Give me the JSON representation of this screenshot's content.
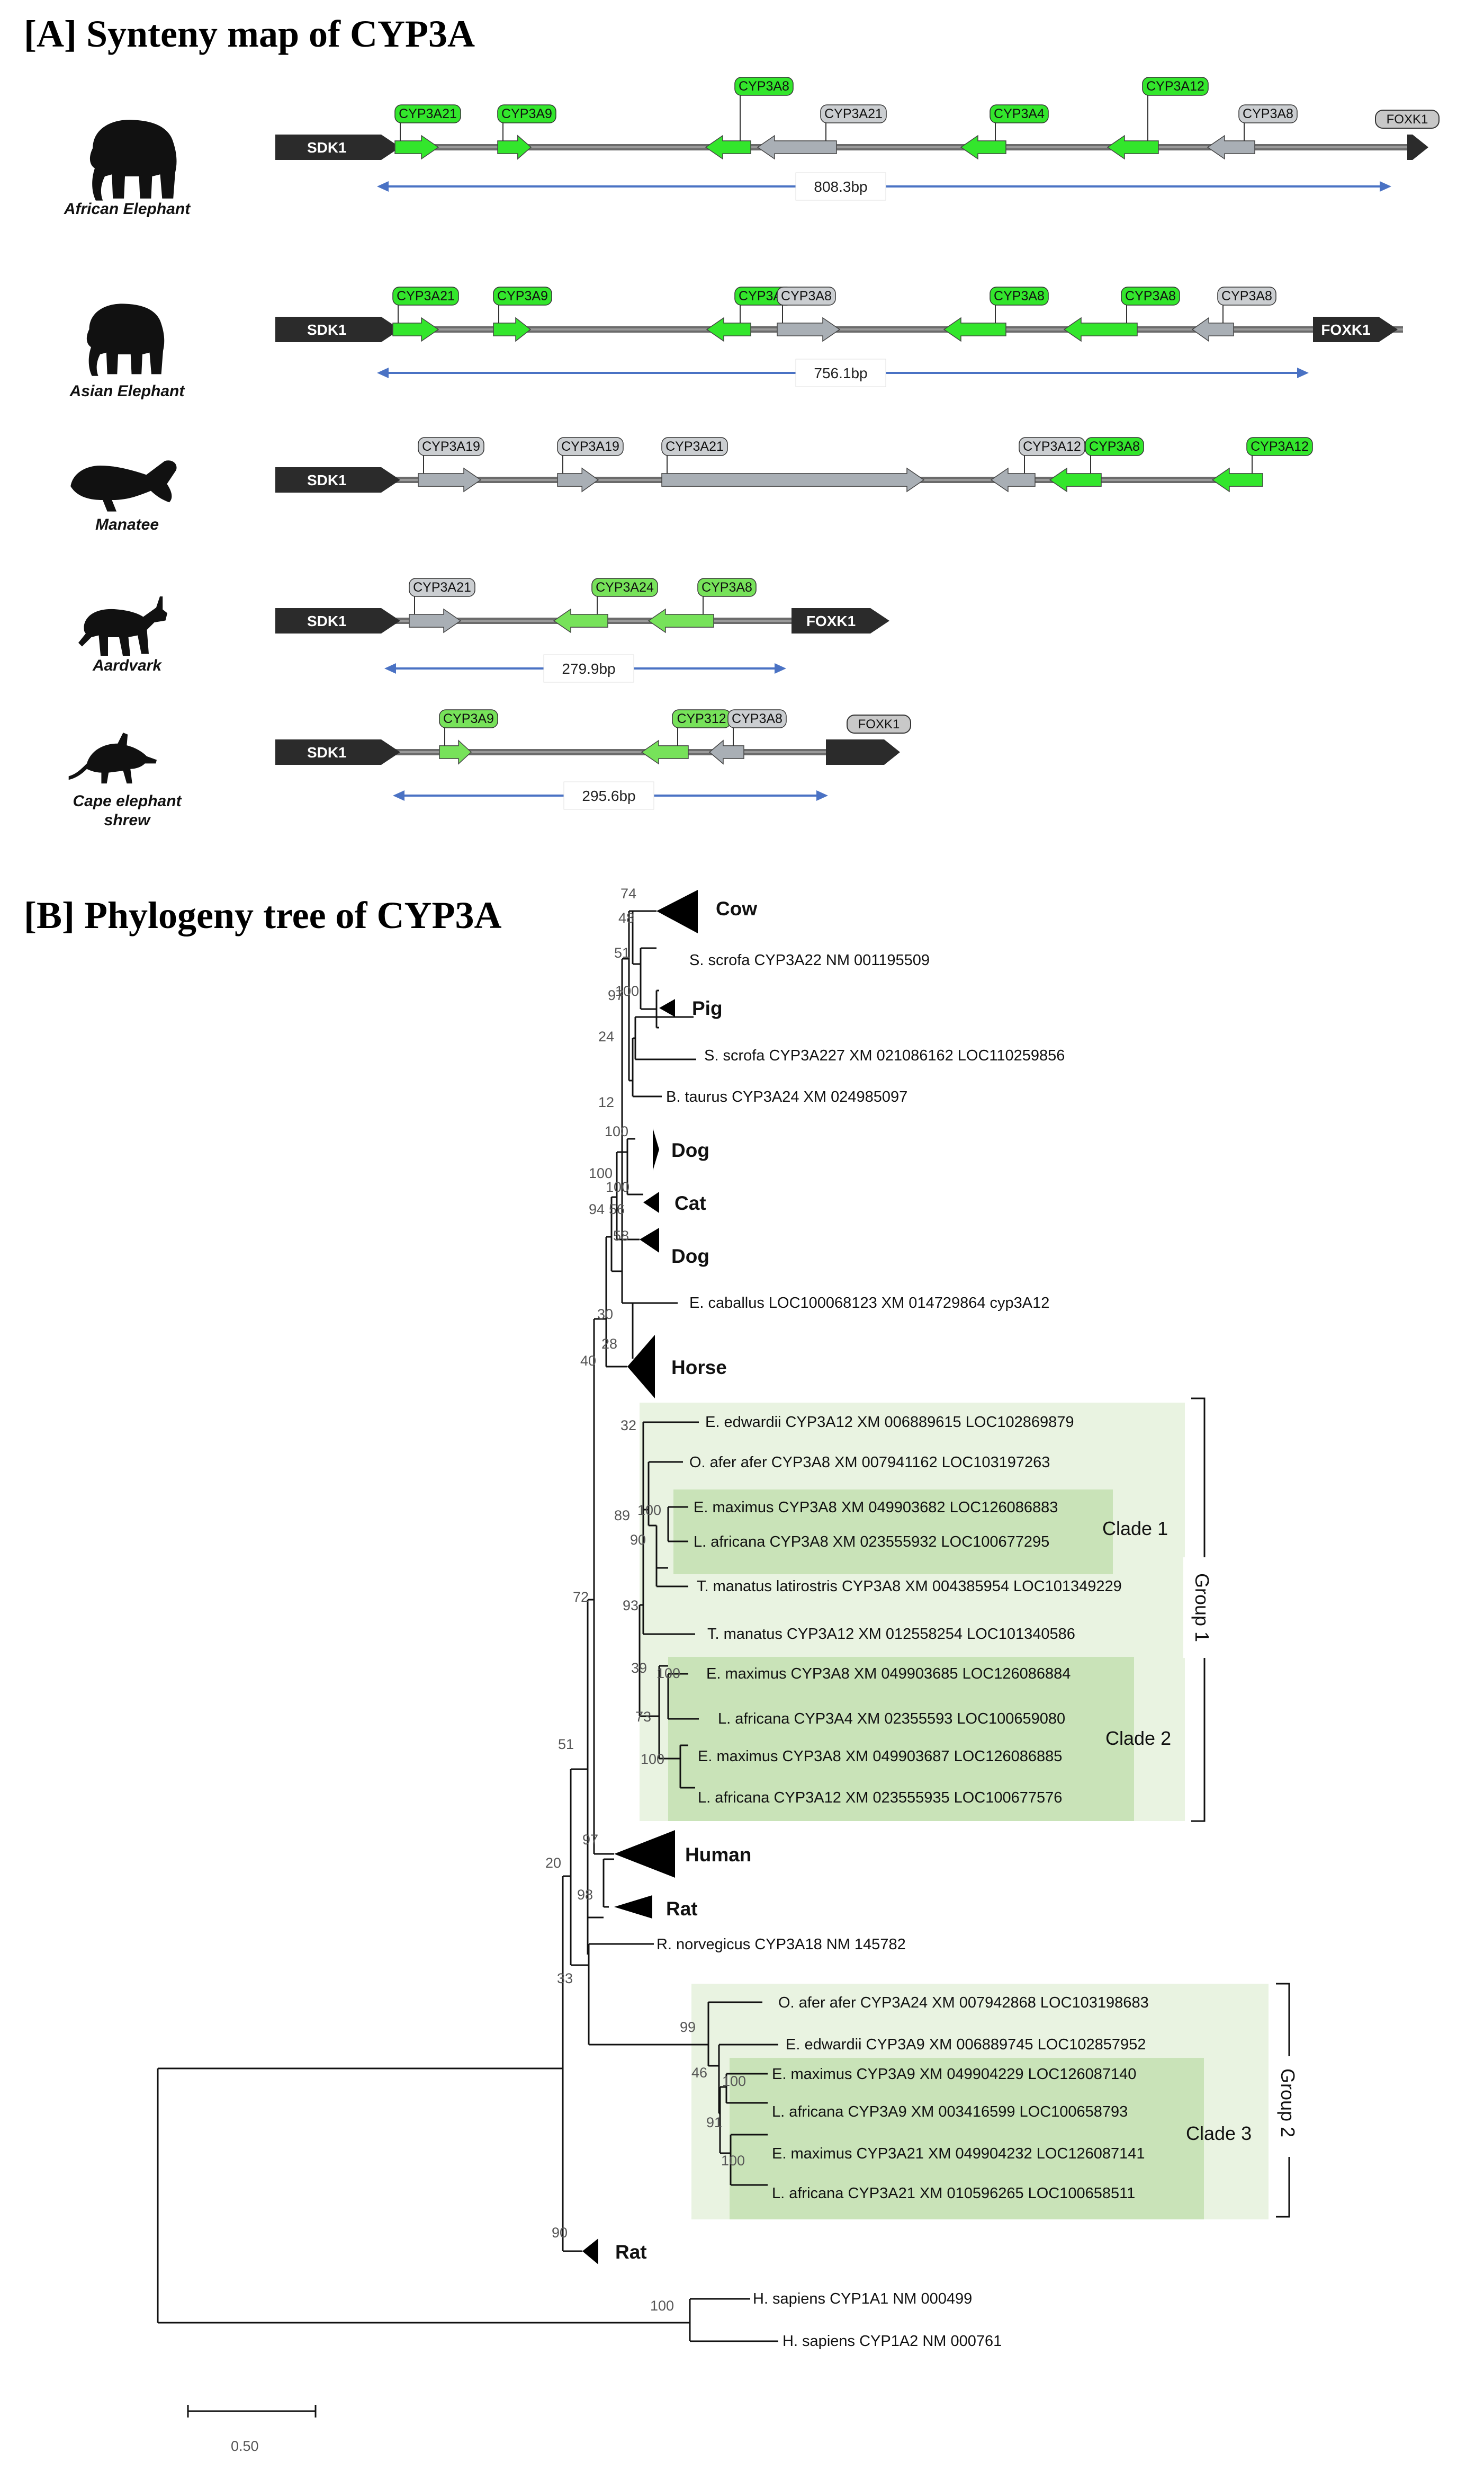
{
  "titles": {
    "synteny": "[A] Synteny map of CYP3A",
    "phylogeny": "[B] Phylogeny tree of CYP3A"
  },
  "colors": {
    "gene_green": "#33e62c",
    "gene_light_green": "#77e25a",
    "gene_gray": "#a9afb5",
    "flank_dark": "#2b2b2b",
    "range_arrow": "#4a72c4",
    "group_bg": "#e9f3e1",
    "clade_bg": "#c9e3b8"
  },
  "synteny": {
    "rows": [
      {
        "species": "African Elephant",
        "silhouette": "elephant-icon",
        "left_flank": "SDK1",
        "right_flank": "FOXK1",
        "right_flank_style": "tag",
        "genes": [
          {
            "label": "CYP3A21",
            "color": "green",
            "dir": "right"
          },
          {
            "label": "CYP3A9",
            "color": "green",
            "dir": "right"
          },
          {
            "label": "CYP3A8",
            "color": "green",
            "dir": "left"
          },
          {
            "label": "CYP3A21",
            "color": "gray",
            "dir": "left"
          },
          {
            "label": "CYP3A4",
            "color": "green",
            "dir": "left"
          },
          {
            "label": "CYP3A12",
            "color": "green",
            "dir": "left"
          },
          {
            "label": "CYP3A8",
            "color": "gray",
            "dir": "left"
          }
        ],
        "range": "808.3bp"
      },
      {
        "species": "Asian Elephant",
        "silhouette": "elephant-icon",
        "left_flank": "SDK1",
        "right_flank": "FOXK1",
        "right_flank_style": "block",
        "genes": [
          {
            "label": "CYP3A21",
            "color": "green",
            "dir": "right"
          },
          {
            "label": "CYP3A9",
            "color": "green",
            "dir": "right"
          },
          {
            "label": "CYP3A8",
            "color": "green",
            "dir": "left"
          },
          {
            "label": "CYP3A8",
            "color": "gray",
            "dir": "right"
          },
          {
            "label": "CYP3A8",
            "color": "green",
            "dir": "left"
          },
          {
            "label": "CYP3A8",
            "color": "green",
            "dir": "left"
          },
          {
            "label": "CYP3A8",
            "color": "gray",
            "dir": "left"
          }
        ],
        "range": "756.1bp"
      },
      {
        "species": "Manatee",
        "silhouette": "manatee-icon",
        "left_flank": "SDK1",
        "right_flank": "",
        "right_flank_style": "none",
        "genes": [
          {
            "label": "CYP3A19",
            "color": "gray",
            "dir": "right"
          },
          {
            "label": "CYP3A19",
            "color": "gray",
            "dir": "right"
          },
          {
            "label": "CYP3A21",
            "color": "gray",
            "dir": "right"
          },
          {
            "label": "CYP3A12",
            "color": "gray",
            "dir": "left"
          },
          {
            "label": "CYP3A8",
            "color": "green",
            "dir": "left"
          },
          {
            "label": "CYP3A12",
            "color": "green",
            "dir": "left"
          }
        ],
        "range": ""
      },
      {
        "species": "Aardvark",
        "silhouette": "aardvark-icon",
        "left_flank": "SDK1",
        "right_flank": "FOXK1",
        "right_flank_style": "block",
        "genes": [
          {
            "label": "CYP3A21",
            "color": "gray",
            "dir": "right"
          },
          {
            "label": "CYP3A24",
            "color": "light",
            "dir": "left"
          },
          {
            "label": "CYP3A8",
            "color": "light",
            "dir": "left"
          }
        ],
        "range": "279.9bp"
      },
      {
        "species": "Cape elephant shrew",
        "silhouette": "shrew-icon",
        "left_flank": "SDK1",
        "right_flank": "FOXK1",
        "right_flank_style": "tag",
        "genes": [
          {
            "label": "CYP3A9",
            "color": "light",
            "dir": "right"
          },
          {
            "label": "CYP312",
            "color": "light",
            "dir": "left"
          },
          {
            "label": "CYP3A8",
            "color": "gray",
            "dir": "left"
          }
        ],
        "range": "295.6bp"
      }
    ]
  },
  "phylogeny": {
    "collapsed_clades": [
      "Cow",
      "Pig",
      "Dog",
      "Cat",
      "Dog",
      "Horse",
      "Human",
      "Rat",
      "Rat"
    ],
    "leaves": [
      "S. scrofa CYP3A22 NM 001195509",
      "S. scrofa CYP3A227 XM 021086162 LOC110259856",
      "B. taurus CYP3A24 XM 024985097",
      "E. caballus LOC100068123 XM 014729864 cyp3A12",
      "E. edwardii CYP3A12 XM 006889615 LOC102869879",
      "O. afer afer CYP3A8 XM 007941162 LOC103197263",
      "E. maximus CYP3A8 XM 049903682 LOC126086883",
      "L. africana CYP3A8 XM 023555932 LOC100677295",
      "T. manatus latirostris CYP3A8 XM 004385954 LOC101349229",
      "T. manatus CYP3A12 XM 012558254 LOC101340586",
      "E. maximus CYP3A8 XM 049903685 LOC126086884",
      "L. africana CYP3A4 XM 02355593 LOC100659080",
      "E. maximus CYP3A8 XM 049903687 LOC126086885",
      "L. africana CYP3A12 XM 023555935 LOC100677576",
      "R. norvegicus CYP3A18 NM 145782",
      "O. afer afer CYP3A24 XM 007942868 LOC103198683",
      "E. edwardii CYP3A9 XM 006889745 LOC102857952",
      "E. maximus CYP3A9 XM 049904229 LOC126087140",
      "L. africana CYP3A9 XM 003416599 LOC100658793",
      "E. maximus CYP3A21 XM 049904232 LOC126087141",
      "L. africana CYP3A21 XM 010596265 LOC100658511",
      "H. sapiens CYP1A1 NM 000499",
      "H. sapiens CYP1A2 NM 000761"
    ],
    "bootstrap": [
      "74",
      "48",
      "51",
      "97",
      "100",
      "24",
      "12",
      "100",
      "100",
      "100",
      "94",
      "56",
      "58",
      "30",
      "28",
      "40",
      "32",
      "89",
      "100",
      "90",
      "93",
      "39",
      "100",
      "73",
      "100",
      "72",
      "97",
      "98",
      "51",
      "20",
      "33",
      "99",
      "46",
      "100",
      "91",
      "100",
      "90",
      "100"
    ],
    "clades": [
      "Clade 1",
      "Clade 2",
      "Clade 3"
    ],
    "groups": [
      "Group 1",
      "Group 2"
    ],
    "scale": "0.50"
  }
}
